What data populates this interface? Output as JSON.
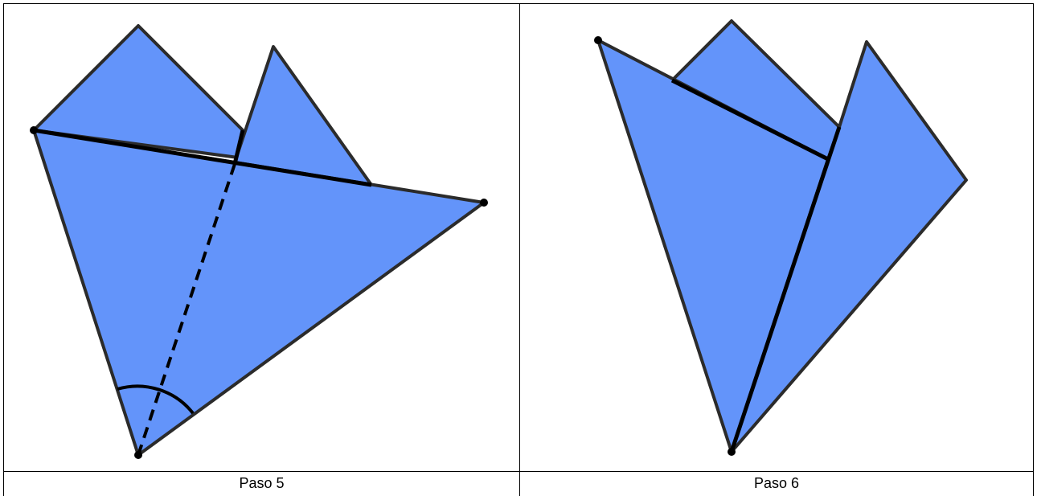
{
  "captions": {
    "step5": "Paso 5",
    "step6": "Paso 6"
  },
  "colors": {
    "paper_fill": "#6394FA",
    "outline": "#2B2B2B",
    "fold_line": "#000000",
    "table_border": "#000000",
    "background": "#FFFFFF"
  },
  "figures": [
    {
      "name": "step5-origami",
      "description_tags": [
        "kite-shape",
        "flap-fold",
        "dashed-fold-line",
        "angle-arc"
      ]
    },
    {
      "name": "step6-origami",
      "description_tags": [
        "folded-kite",
        "two-flaps",
        "center-fold-line"
      ]
    }
  ]
}
